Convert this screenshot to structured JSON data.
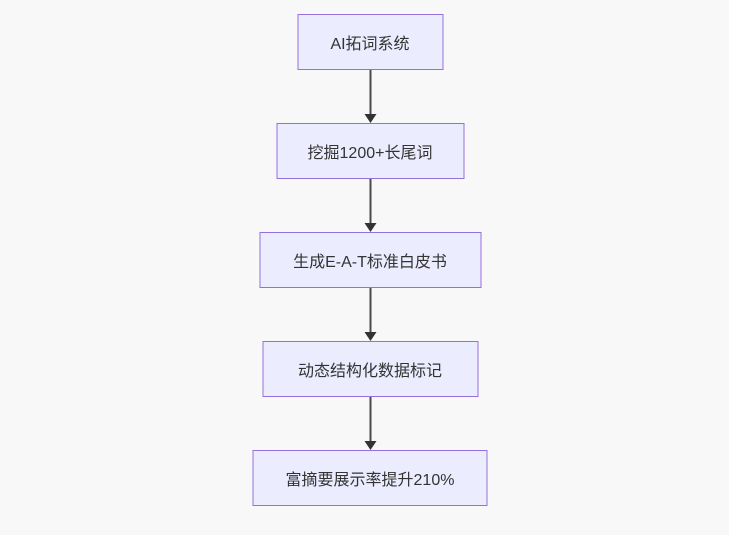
{
  "diagram": {
    "type": "flowchart",
    "direction": "top-down",
    "nodes": [
      {
        "id": "step1",
        "label": "AI拓词系统"
      },
      {
        "id": "step2",
        "label": "挖掘1200+长尾词"
      },
      {
        "id": "step3",
        "label": "生成E-A-T标准白皮书"
      },
      {
        "id": "step4",
        "label": "动态结构化数据标记"
      },
      {
        "id": "step5",
        "label": "富摘要展示率提升210%"
      }
    ],
    "edges": [
      {
        "from": "step1",
        "to": "step2"
      },
      {
        "from": "step2",
        "to": "step3"
      },
      {
        "from": "step3",
        "to": "step4"
      },
      {
        "from": "step4",
        "to": "step5"
      }
    ],
    "colors": {
      "background": "#f8f8f8",
      "node_fill": "#ECECFF",
      "node_border": "#9370DB",
      "node_text": "#333333",
      "arrow": "#333333"
    }
  }
}
